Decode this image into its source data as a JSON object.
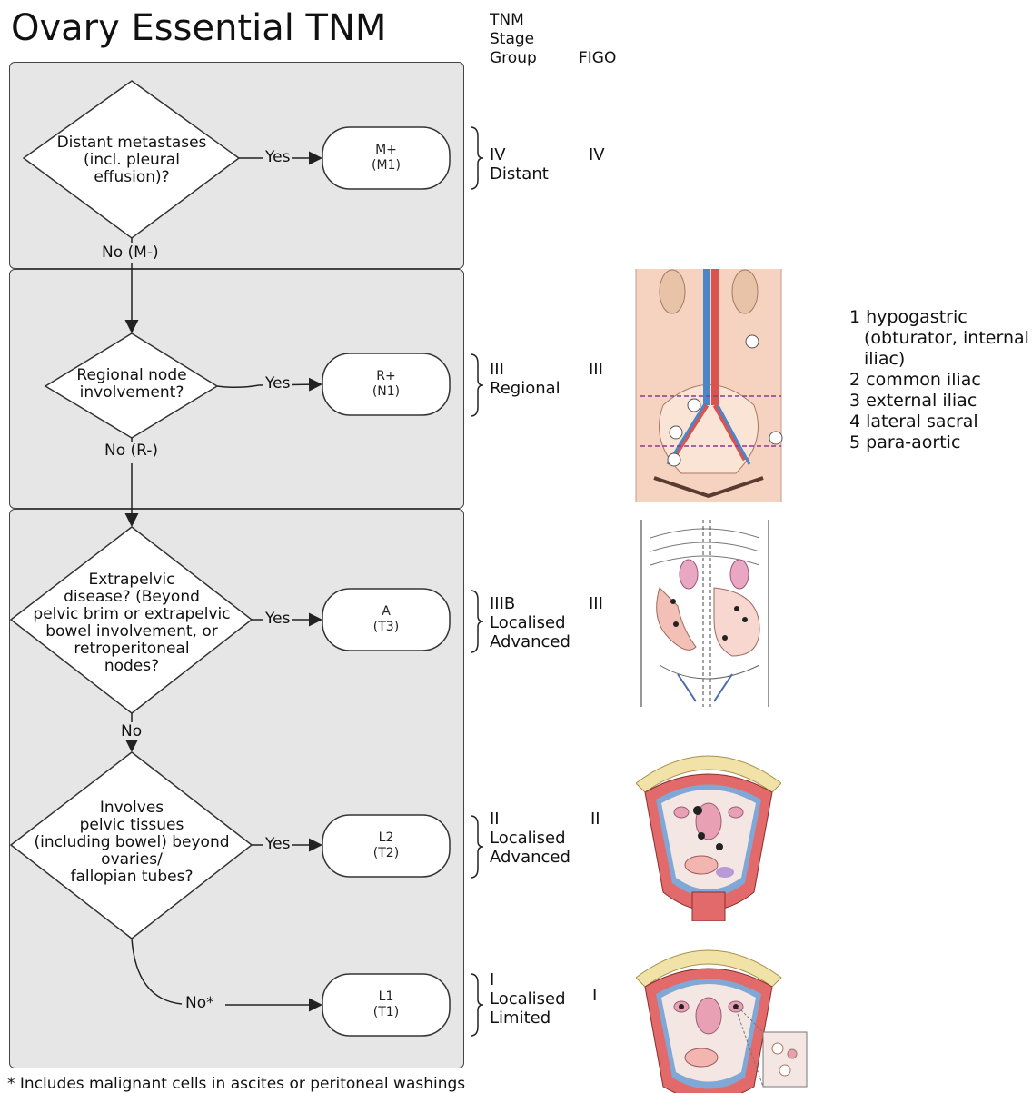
{
  "title": "Ovary Essential TNM",
  "columns": {
    "tnm_line1": "TNM",
    "tnm_line2": "Stage",
    "tnm_line3": "Group",
    "figo": "FIGO"
  },
  "steps": [
    {
      "question": [
        "Distant metastases",
        "(incl. pleural",
        "effusion)?"
      ],
      "yes": "Yes",
      "result": [
        "M+",
        "(M1)"
      ],
      "no": "No (M-)",
      "stage": [
        "IV",
        "Distant"
      ],
      "figo": "IV"
    },
    {
      "question": [
        "Regional node",
        "involvement?"
      ],
      "yes": "Yes",
      "result": [
        "R+",
        "(N1)"
      ],
      "no": "No (R-)",
      "stage": [
        "III",
        "Regional"
      ],
      "figo": "III"
    },
    {
      "question": [
        "Extrapelvic",
        "disease? (Beyond",
        "pelvic brim or extrapelvic",
        "bowel involvement, or",
        "retroperitoneal",
        "nodes?"
      ],
      "yes": "Yes",
      "result": [
        "A",
        "(T3)"
      ],
      "no": "No",
      "stage": [
        "IIIB",
        "Localised",
        "Advanced"
      ],
      "figo": "III"
    },
    {
      "question": [
        "Involves",
        "pelvic tissues",
        "(including bowel) beyond",
        "ovaries/",
        "fallopian tubes?"
      ],
      "yes": "Yes",
      "result": [
        "L2",
        "(T2)"
      ],
      "no": "No*",
      "stage": [
        "II",
        "Localised",
        "Advanced"
      ],
      "figo": "II"
    },
    {
      "result": [
        "L1",
        "(T1)"
      ],
      "stage": [
        "I",
        "Localised",
        "Limited"
      ],
      "figo": "I"
    }
  ],
  "legend": [
    "1 hypogastric",
    "(obturator, internal",
    "iliac)",
    "2 common iliac",
    "3 external iliac",
    "4 lateral sacral",
    "5 para-aortic"
  ],
  "footnote": "* Includes malignant cells in ascites or peritoneal washings",
  "colors": {
    "panel_bg": "#e6e6e6",
    "box_bg": "#ffffff",
    "stroke": "#333333",
    "tissue": "#f3c7b4",
    "artery": "#d9534f",
    "vein": "#4a86c8"
  }
}
